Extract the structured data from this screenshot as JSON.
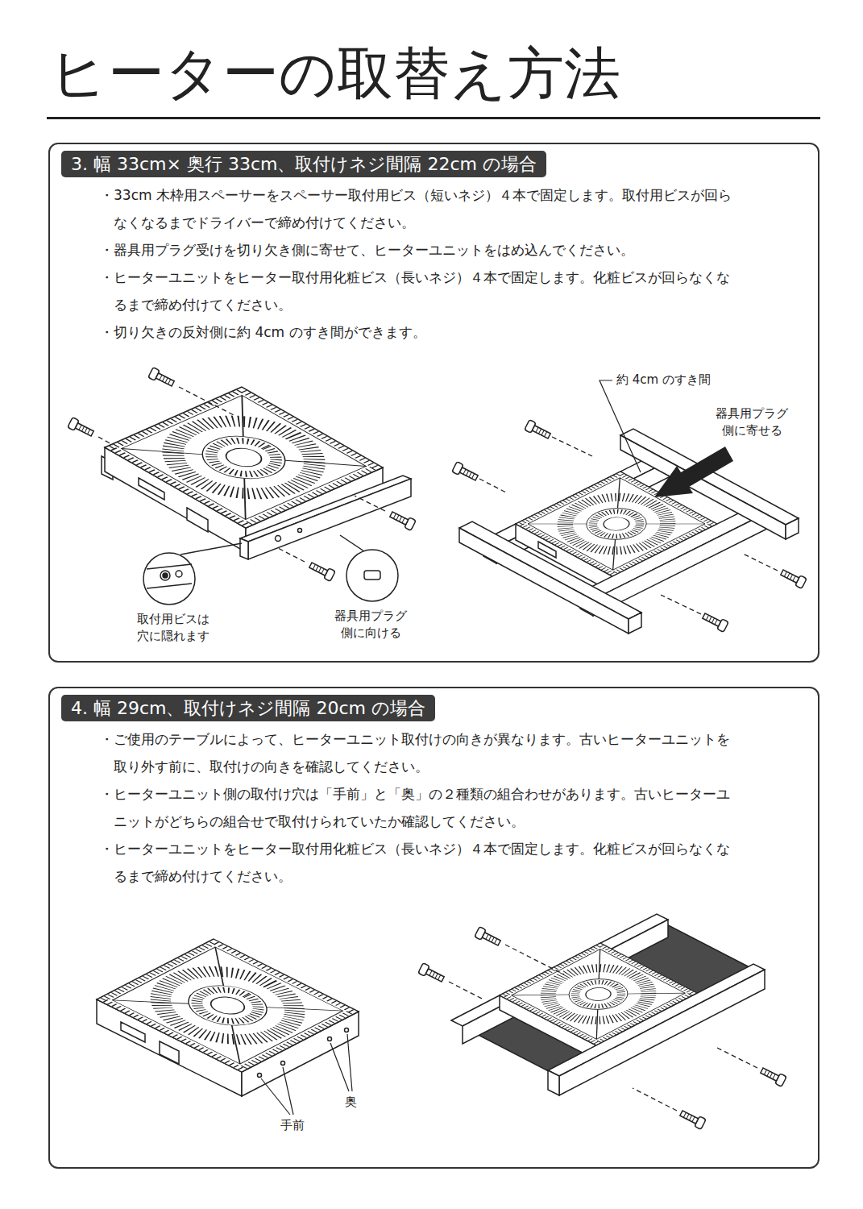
{
  "diagram": {
    "title": "ヒーターの取替え方法",
    "nodes": [
      {
        "text": [
          "・33cm 木枠用スペーサーをスペーサー取付用ビス（短いネジ）４本で固定します。取付用ビスが回ら なくなるまでドライバーで締め付けてください。",
          "・器具用プラグ受けを切り欠き側に寄せて、ヒーターユニットをはめ込んでください。",
          "・ヒーターユニットをヒーター取付用化粧ビス（長いネジ）４本で固定します。化粧ビスが回らなくな るまで締め付けてください。",
          "・切り欠きの反対側に約 4cm のすき間ができます。"
        ]
      },
      {
        "text": [
          "3. 幅 33cm× 奥行 33cm、取付けネジ間隔 22cm の場合"
        ],
        "in": 0
      },
      {
        "text": [
          "・ご使用のテーブルによって、ヒーターユニット取付けの向きが異なります。古いヒーターユニットを 取り外す前に、取付けの向きを確認してください。",
          "・ヒーターユニット側の取付け穴は「手前」と「奥」の２種類の組合わせがあります。古いヒーターユ ニットがどちらの組合せで取付けられていたか確認してください。",
          "・ヒーターユニットをヒーター取付用化粧ビス（長いネジ）４本で固定します。化粧ビスが回らなくな るまで締め付けてください。"
        ]
      },
      {
        "text": [
          "4. 幅 29cm、取付けネジ間隔 20cm の場合"
        ],
        "in": 2
      }
    ],
    "labels": [
      "取付用ビスは 穴に隠れます",
      "器具用プラグ 側に向ける",
      "約 4cm のすき間",
      "器具用プラグ 側に寄せる",
      "手前",
      "奥"
    ]
  }
}
